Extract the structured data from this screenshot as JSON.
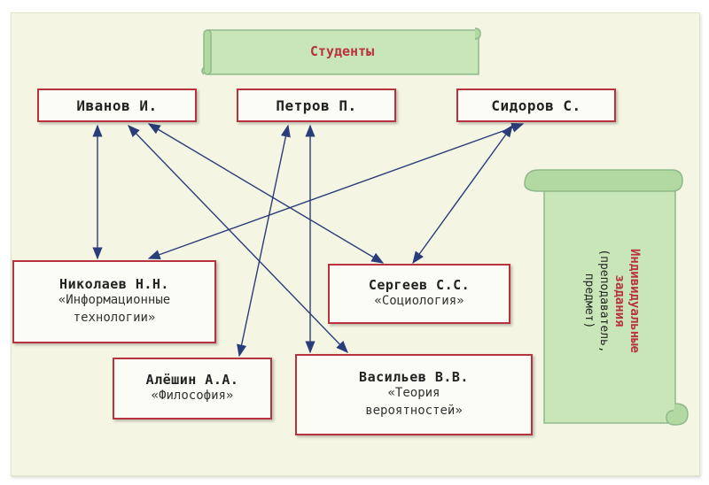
{
  "banner": {
    "title": "Студенты"
  },
  "scroll": {
    "title_line1": "Индивидуальные",
    "title_line2": "задания",
    "sub_line1": "(преподаватель,",
    "sub_line2": "предмет)"
  },
  "students": [
    {
      "name": "Иванов И."
    },
    {
      "name": "Петров П."
    },
    {
      "name": "Сидоров С."
    }
  ],
  "teachers": [
    {
      "name": "Николаев Н.Н.",
      "subject_line1": "«Информационные",
      "subject_line2": "технологии»"
    },
    {
      "name": "Сергеев С.С.",
      "subject_line1": "«Социология»",
      "subject_line2": ""
    },
    {
      "name": "Алёшин А.А.",
      "subject_line1": "«Философия»",
      "subject_line2": ""
    },
    {
      "name": "Васильев В.В.",
      "subject_line1": "«Теория",
      "subject_line2": "вероятностей»"
    }
  ],
  "connections": [
    {
      "from": "Иванов И.",
      "to": "Николаев Н.Н."
    },
    {
      "from": "Иванов И.",
      "to": "Сергеев С.С."
    },
    {
      "from": "Иванов И.",
      "to": "Васильев В.В."
    },
    {
      "from": "Петров П.",
      "to": "Алёшин А.А."
    },
    {
      "from": "Петров П.",
      "to": "Васильев В.В."
    },
    {
      "from": "Сидоров С.",
      "to": "Николаев Н.Н."
    },
    {
      "from": "Сидоров С.",
      "to": "Сергеев С.С."
    }
  ],
  "colors": {
    "box_border": "#b8333f",
    "banner_fill": "#c9e6b8",
    "arrow": "#2b3c7a",
    "panel": "#f4f6e3"
  }
}
